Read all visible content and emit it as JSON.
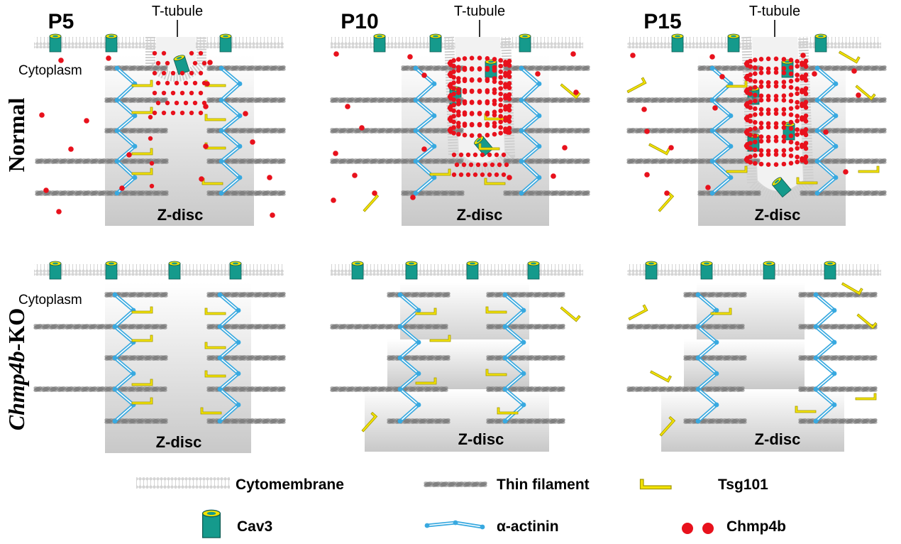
{
  "stages": [
    "P5",
    "P10",
    "P15"
  ],
  "row_labels": {
    "normal": "Normal",
    "ko_gene": "Chmp4b",
    "ko_suffix": "-KO"
  },
  "labels": {
    "t_tubule": "T-tubule",
    "cytoplasm": "Cytoplasm",
    "z_disc": "Z-disc"
  },
  "legend": {
    "cytomembrane": "Cytomembrane",
    "thin_filament": "Thin filament",
    "tsg101": "Tsg101",
    "cav3": "Cav3",
    "alpha_actinin": "α-actinin",
    "chmp4b": "Chmp4b"
  },
  "colors": {
    "cav3": "#159a8c",
    "chmp4b": "#e8111c",
    "tsg101": "#f3e300",
    "alpha_actinin": "#38a9e0",
    "thin_filament": "#8a8a8a",
    "membrane": "#c6c6c6",
    "z_disc_top": "#ffffff",
    "z_disc_bottom": "#c8c8c8"
  }
}
